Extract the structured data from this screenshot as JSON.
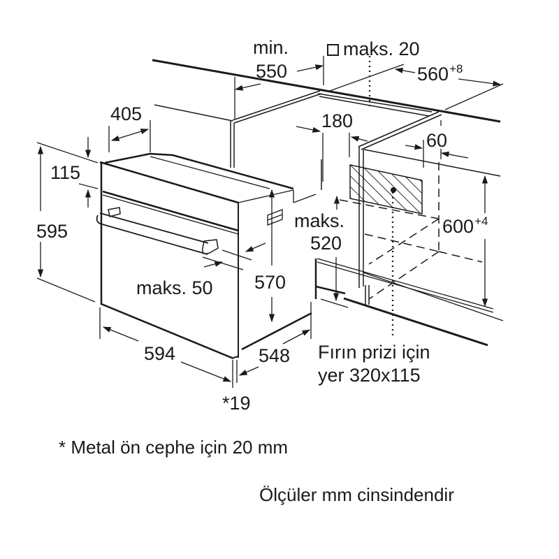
{
  "diagram": {
    "subject": "built-in-oven-installation",
    "line_color": "#1a1a1a",
    "background": "#ffffff",
    "dimensions": {
      "cabinet_min_depth_label": "min.",
      "cabinet_min_depth_value": "550",
      "countertop_max_label": "maks. 20",
      "niche_width_value": "560",
      "niche_width_tolerance": "+8",
      "rear_gap": "180",
      "socket_offset": "60",
      "oven_top_depth": "405",
      "control_panel_height": "115",
      "oven_height": "595",
      "niche_height_value": "600",
      "niche_height_tolerance": "+4",
      "handle_max_label": "maks. 50",
      "body_height": "570",
      "bottom_max_label": "maks.",
      "bottom_max_value": "520",
      "oven_width": "594",
      "body_depth": "548",
      "front_thickness": "*19"
    },
    "socket_note_line1": "Fırın prizi için",
    "socket_note_line2": "yer 320x115"
  },
  "footnotes": {
    "metal_front": "* Metal ön cephe için 20 mm",
    "units": "Ölçüler mm cinsindendir"
  }
}
